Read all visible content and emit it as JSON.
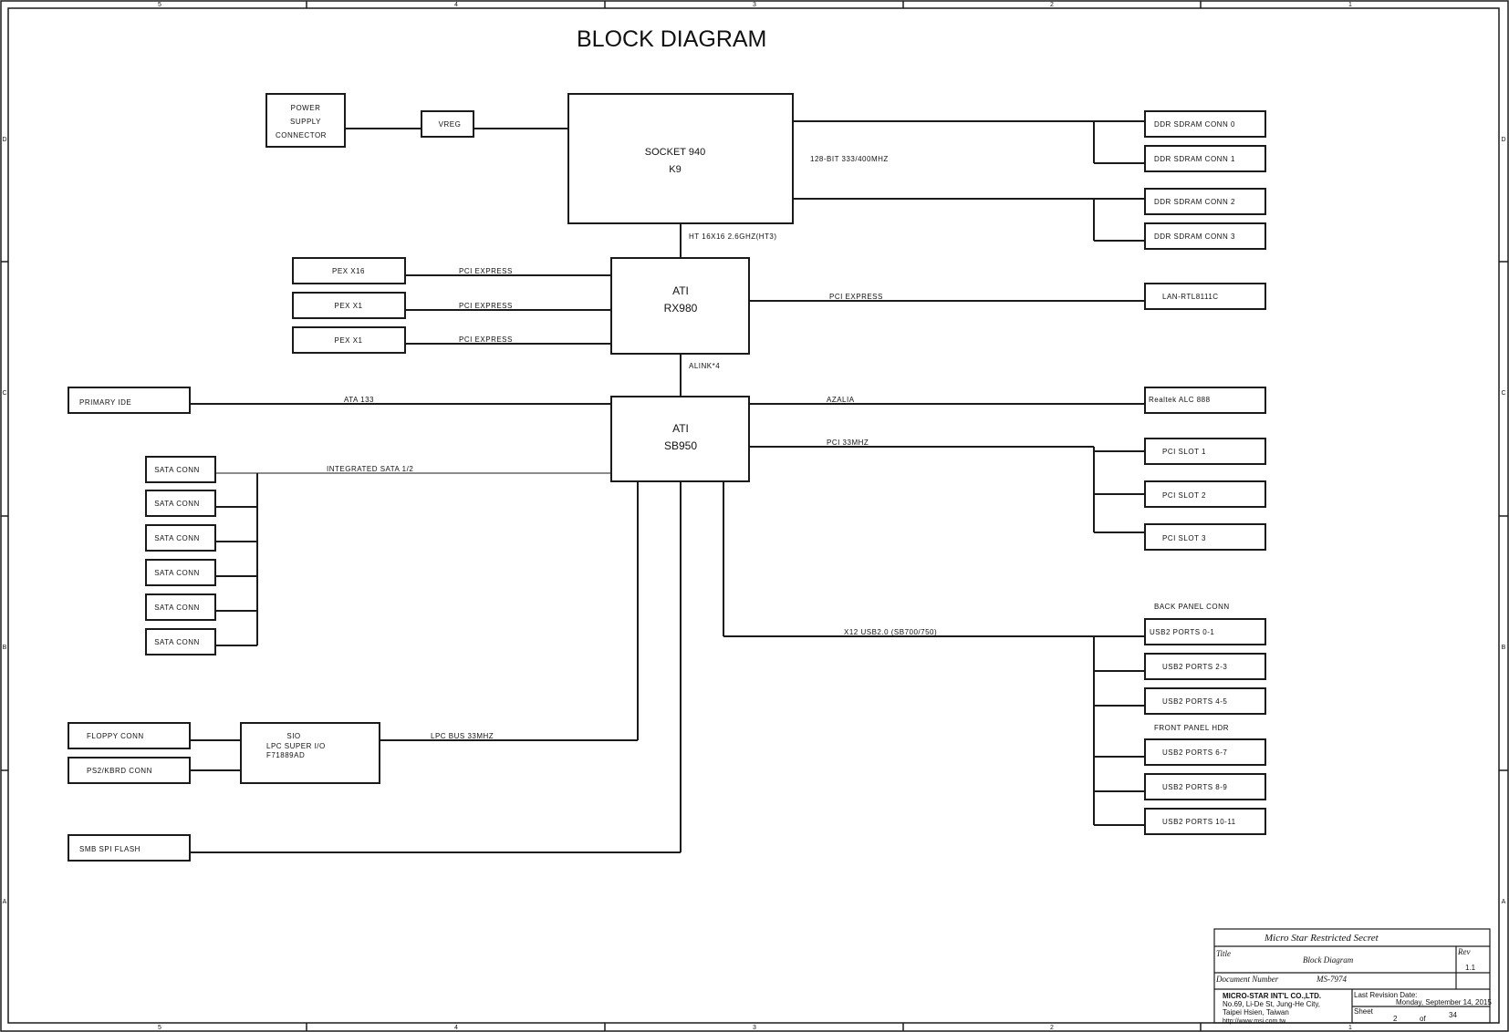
{
  "title": "BLOCK DIAGRAM",
  "border": {
    "columns": [
      "5",
      "4",
      "3",
      "2",
      "1"
    ],
    "rows": [
      "D",
      "C",
      "B",
      "A"
    ]
  },
  "blocks": {
    "power_supply": [
      "POWER",
      "SUPPLY",
      "CONNECTOR"
    ],
    "vreg": "VREG",
    "cpu": [
      "SOCKET 940",
      "K9"
    ],
    "ddr0": "DDR SDRAM CONN 0",
    "ddr1": "DDR SDRAM CONN 1",
    "ddr2": "DDR SDRAM CONN 2",
    "ddr3": "DDR SDRAM CONN 3",
    "pex16": "PEX X16",
    "pex1a": "PEX X1",
    "pex1b": "PEX X1",
    "nb": [
      "ATI",
      "RX980"
    ],
    "lan": "LAN-RTL8111C",
    "ide": "PRIMARY IDE",
    "sb": [
      "ATI",
      "SB950"
    ],
    "codec": "Realtek ALC 888",
    "sata": "SATA CONN",
    "pci1": "PCI SLOT 1",
    "pci2": "PCI SLOT 2",
    "pci3": "PCI SLOT 3",
    "back_panel": "BACK PANEL CONN",
    "usb01": "USB2 PORTS 0-1",
    "usb23": "USB2 PORTS 2-3",
    "usb45": "USB2 PORTS 4-5",
    "front_panel": "FRONT PANEL HDR",
    "usb67": "USB2 PORTS 6-7",
    "usb89": "USB2 PORTS 8-9",
    "usb1011": "USB2 PORTS 10-11",
    "floppy": "FLOPPY CONN",
    "ps2": "PS2/KBRD CONN",
    "sio": [
      "SIO",
      "LPC SUPER I/O",
      "F71889AD"
    ],
    "spi": "SMB SPI FLASH"
  },
  "buses": {
    "mem": "128-BIT 333/400MHZ",
    "ht": "HT 16X16 2.6GHZ(HT3)",
    "pcie_a": "PCI EXPRESS",
    "pcie_b": "PCI EXPRESS",
    "pcie_c": "PCI EXPRESS",
    "pcie_lan": "PCI EXPRESS",
    "alink": "ALINK*4",
    "ata": "ATA 133",
    "azalia": "AZALIA",
    "pci": "PCI 33MHZ",
    "sata": "INTEGRATED SATA 1/2",
    "usb": "X12 USB2.0 (SB700/750)",
    "lpc": "LPC BUS 33MHZ"
  },
  "title_block": {
    "restricted": "Micro Star Restricted Secret",
    "title_label": "Title",
    "title_value": "Block Diagram",
    "rev_label": "Rev",
    "rev_value": "1.1",
    "docnum_label": "Document Number",
    "docnum_value": "MS-7974",
    "company": "MICRO-STAR INT'L CO.,LTD.",
    "address1": "No.69, Li-De St, Jung-He City,",
    "address2": "Taipei Hsien, Taiwan",
    "website": "http://www.msi.com.tw",
    "last_rev_label": "Last Revision Date:",
    "last_rev_value": "Monday, September 14, 2015",
    "sheet_label": "Sheet",
    "sheet_num": "2",
    "of_label": "of",
    "sheet_total": "34"
  }
}
